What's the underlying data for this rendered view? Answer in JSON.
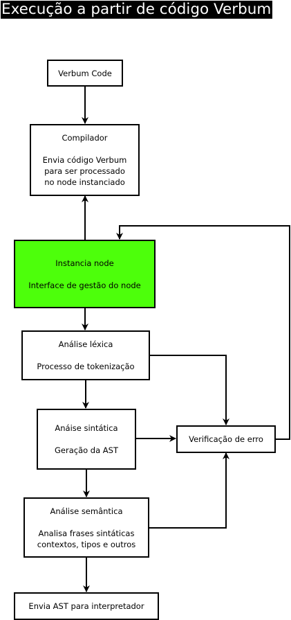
{
  "title": "Execução a partir de código Verbum",
  "colors": {
    "highlight": "#4dff0b",
    "stroke": "#000000"
  },
  "nodes": {
    "verbum_code": {
      "label": "Verbum Code"
    },
    "compilador": {
      "label": "Compilador",
      "desc": [
        "Envia código Verbum",
        "para ser processado",
        "no node instanciado"
      ]
    },
    "instancia": {
      "label": "Instancia node",
      "desc": "Interface de gestão do node"
    },
    "lexica": {
      "label": "Análise léxica",
      "desc": "Processo de tokenização"
    },
    "sintatica": {
      "label": "Anáise sintática",
      "desc": "Geração da AST"
    },
    "verificacao": {
      "label": "Verificação de erro"
    },
    "semantica": {
      "label": "Análise semântica",
      "desc": [
        "Analisa frases sintáticas",
        "contextos, tipos e outros"
      ]
    },
    "envia": {
      "label": "Envia AST para interpretador"
    }
  }
}
